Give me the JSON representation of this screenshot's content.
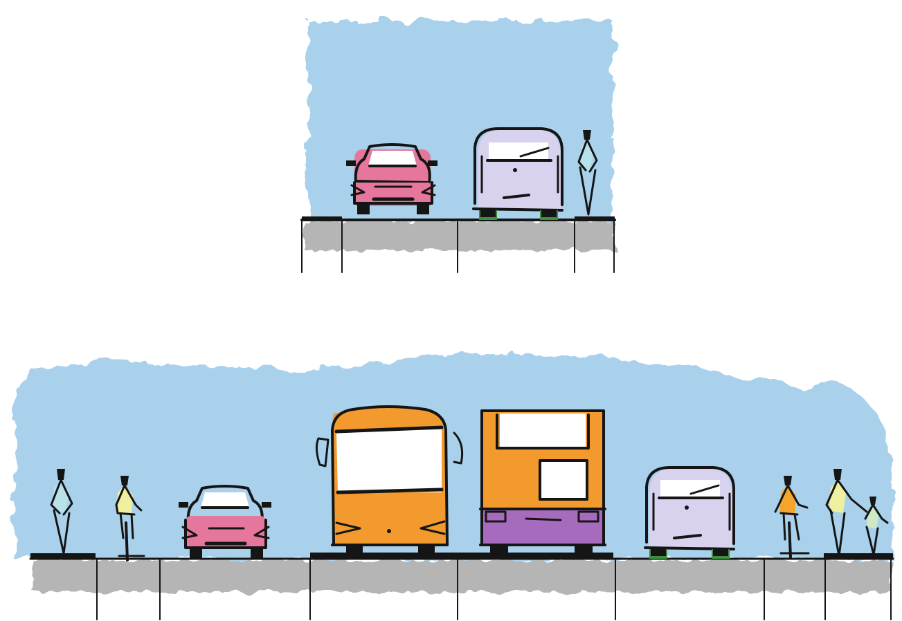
{
  "colors": {
    "sky": "#a9d1ec",
    "road_shadow": "#b5b5b5",
    "ink": "#151515",
    "car_pink": "#e5779d",
    "van_lilac": "#d8d2ee",
    "bus_orange": "#f29a2e",
    "truck_purple": "#a66bbd",
    "wheel_green": "#3d8f3d",
    "ped_blue": "#b7e2ea",
    "ped_yellow": "#eef0a0",
    "ped_orange": "#f5a52c",
    "ped_green": "#cfe8c6",
    "window_white": "#ffffff"
  },
  "sections": [
    {
      "name": "narrow-street-section",
      "elements": [
        "car",
        "van",
        "pedestrian"
      ]
    },
    {
      "name": "wide-street-section",
      "elements": [
        "pedestrian",
        "cyclist",
        "car",
        "bus",
        "truck",
        "van",
        "cyclist",
        "pedestrian",
        "child"
      ]
    }
  ]
}
